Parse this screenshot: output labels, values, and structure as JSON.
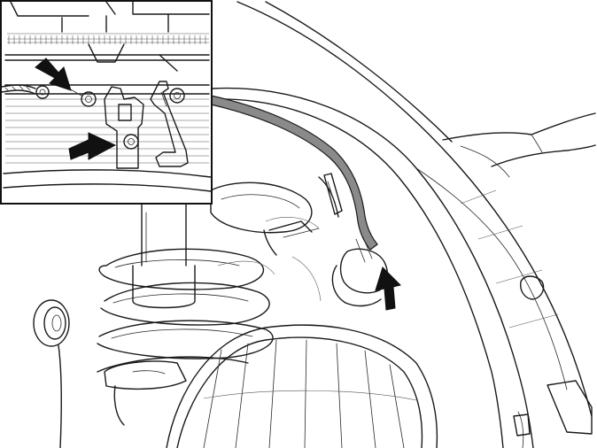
{
  "figure": {
    "kind": "technical-line-drawing",
    "subject": "wheel-arch-wiring-with-detail-inset",
    "colors": {
      "ink": "#1a1a1a",
      "harness_fill": "#8a8a8a",
      "arrow_fill": "#111111",
      "background": "#ffffff"
    }
  },
  "inset": {
    "arrow_count": 2,
    "icon": "detail-magnifier-inset"
  },
  "main_view": {
    "arrow_count": 1
  }
}
